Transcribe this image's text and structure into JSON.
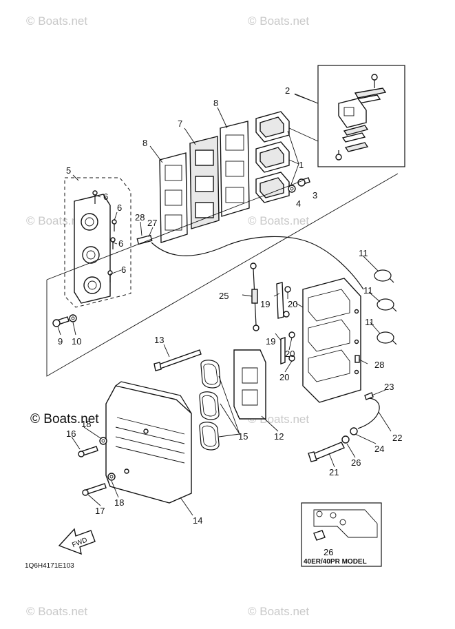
{
  "watermark": {
    "text": "© Boats.net"
  },
  "diagram_code": "1Q6H4171E103",
  "model_note": "40ER/40PR MODEL",
  "fwd_label": "FWD",
  "callouts": {
    "c1": "1",
    "c2": "2",
    "c3": "3",
    "c4": "4",
    "c5": "5",
    "c6a": "6",
    "c6b": "6",
    "c6c": "6",
    "c6d": "6",
    "c7": "7",
    "c8a": "8",
    "c8b": "8",
    "c9": "9",
    "c10": "10",
    "c11a": "11",
    "c11b": "11",
    "c11c": "11",
    "c12": "12",
    "c13": "13",
    "c14": "14",
    "c15": "15",
    "c16": "16",
    "c17": "17",
    "c18a": "18",
    "c18b": "18",
    "c19a": "19",
    "c19b": "19",
    "c20a": "20",
    "c20b": "20",
    "c20c": "20",
    "c21": "21",
    "c22": "22",
    "c23": "23",
    "c24": "24",
    "c25": "25",
    "c26a": "26",
    "c26b": "26",
    "c27": "27",
    "c28a": "28",
    "c28b": "28"
  }
}
